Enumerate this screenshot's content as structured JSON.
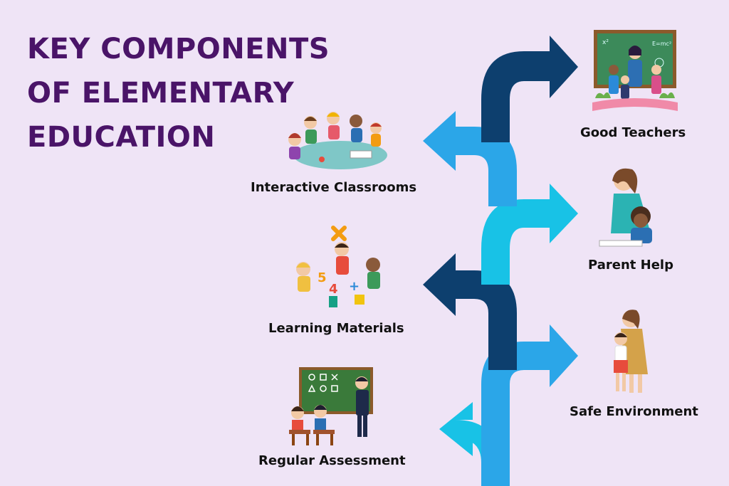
{
  "title": {
    "line1": "KEY COMPONENTS",
    "line2": "OF ELEMENTARY",
    "line3": "EDUCATION"
  },
  "components": {
    "good_teachers": "Good Teachers",
    "interactive_classrooms": "Interactive Classrooms",
    "parent_help": "Parent Help",
    "learning_materials": "Learning Materials",
    "safe_environment": "Safe Environment",
    "regular_assessment": "Regular Assessment"
  },
  "colors": {
    "background": "#efe4f6",
    "title": "#4a1468",
    "navy": "#0d3f6e",
    "blue": "#2ba6e8",
    "cyan": "#18c2e6",
    "dark_navy": "#0b3358"
  }
}
